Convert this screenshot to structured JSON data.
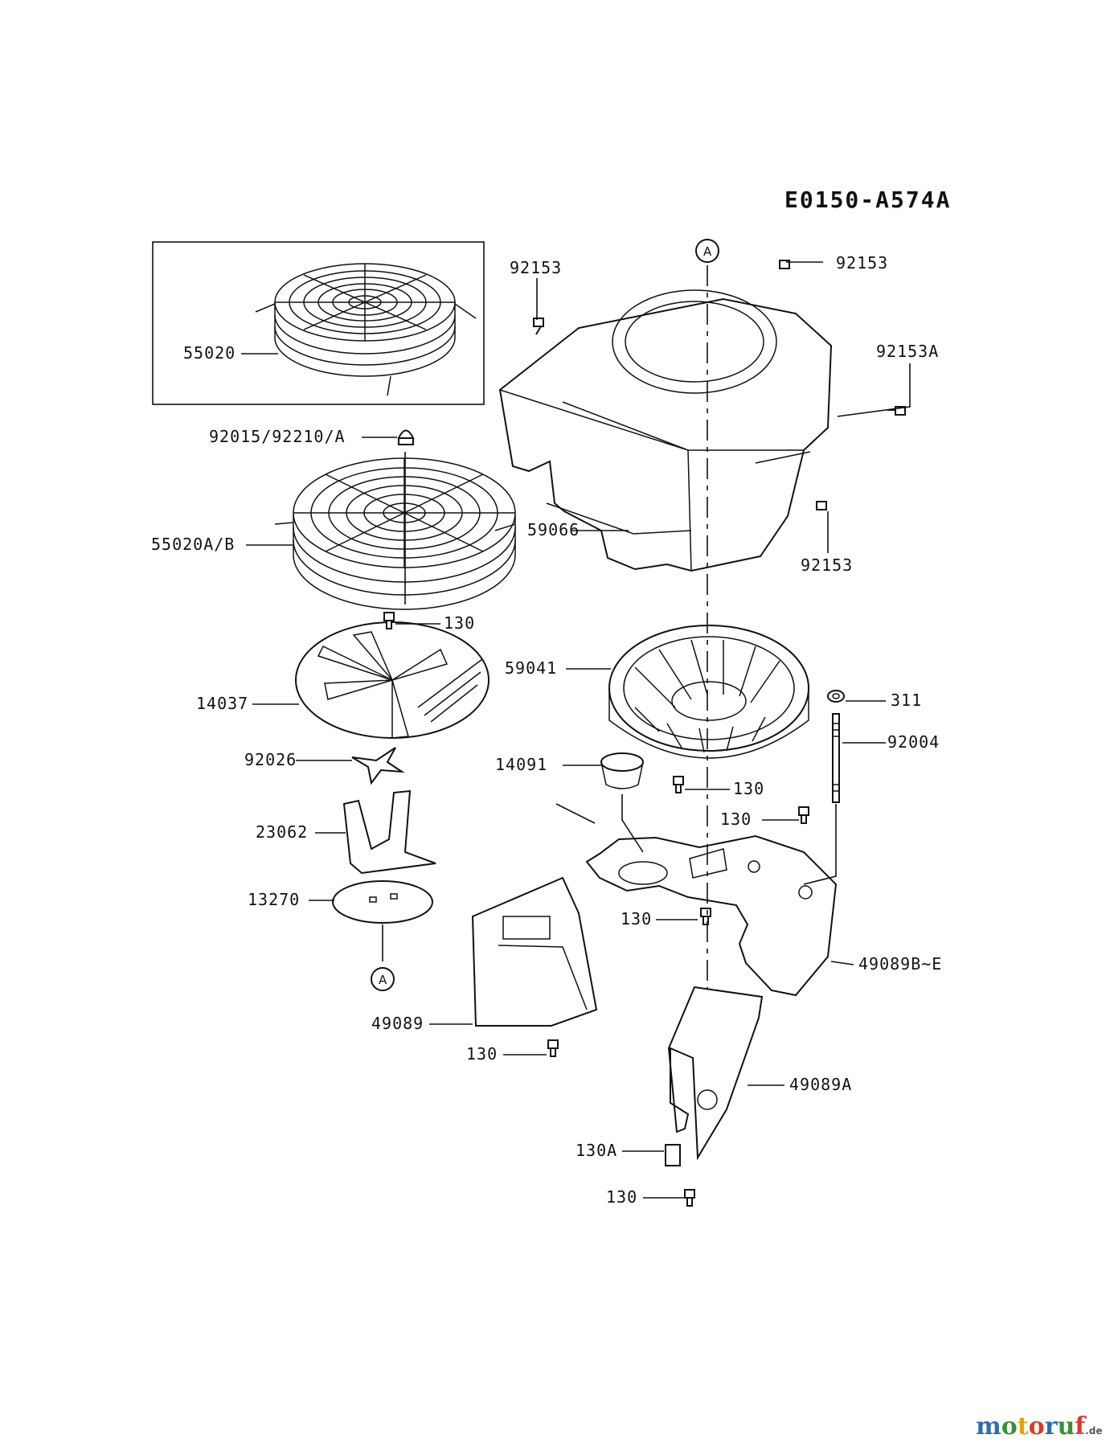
{
  "diagram": {
    "code": "E0150-A574A",
    "ref_marker": "A",
    "callouts": [
      {
        "id": "c-92153-a",
        "text": "92153"
      },
      {
        "id": "c-92153-b",
        "text": "92153"
      },
      {
        "id": "c-92153a",
        "text": "92153A"
      },
      {
        "id": "c-92153-c",
        "text": "92153"
      },
      {
        "id": "c-55020",
        "text": "55020"
      },
      {
        "id": "c-92015",
        "text": "92015/92210/A"
      },
      {
        "id": "c-55020ab",
        "text": "55020A/B"
      },
      {
        "id": "c-59066",
        "text": "59066"
      },
      {
        "id": "c-130-a",
        "text": "130"
      },
      {
        "id": "c-59041",
        "text": "59041"
      },
      {
        "id": "c-311",
        "text": "311"
      },
      {
        "id": "c-14037",
        "text": "14037"
      },
      {
        "id": "c-92004",
        "text": "92004"
      },
      {
        "id": "c-14091",
        "text": "14091"
      },
      {
        "id": "c-92026",
        "text": "92026"
      },
      {
        "id": "c-130-b",
        "text": "130"
      },
      {
        "id": "c-130-c",
        "text": "130"
      },
      {
        "id": "c-23062",
        "text": "23062"
      },
      {
        "id": "c-13270",
        "text": "13270"
      },
      {
        "id": "c-130-d",
        "text": "130"
      },
      {
        "id": "c-49089be",
        "text": "49089B~E"
      },
      {
        "id": "c-49089",
        "text": "49089"
      },
      {
        "id": "c-130-e",
        "text": "130"
      },
      {
        "id": "c-49089a",
        "text": "49089A"
      },
      {
        "id": "c-130a",
        "text": "130A"
      },
      {
        "id": "c-130-f",
        "text": "130"
      }
    ]
  },
  "watermark": {
    "letters": [
      "m",
      "o",
      "t",
      "o",
      "r",
      "u",
      "f"
    ],
    "colors": [
      "#2e6db4",
      "#3a8f3a",
      "#e0a400",
      "#d93a2b",
      "#2e6db4",
      "#3a8f3a",
      "#d93a2b"
    ],
    "suffix": ".de"
  }
}
